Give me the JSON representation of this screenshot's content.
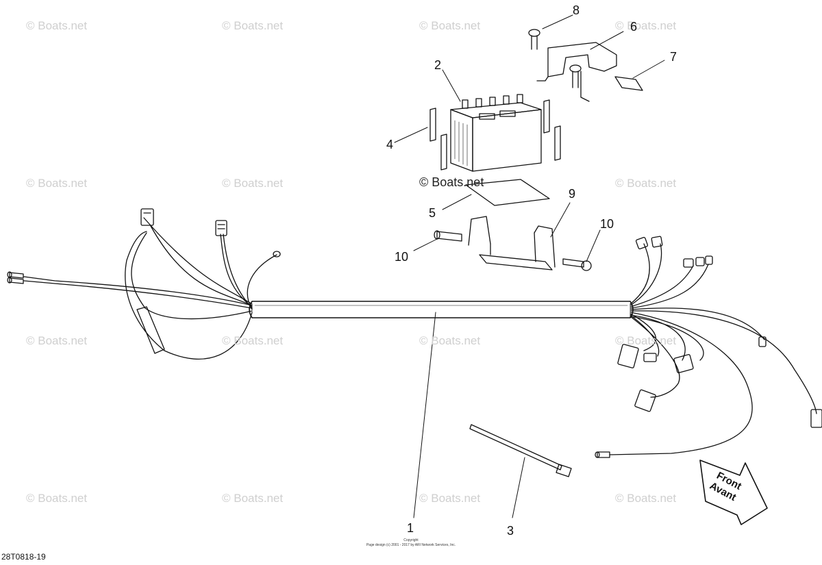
{
  "watermark": "© Boats.net",
  "watermark_center": "© Boats.net",
  "drawing_id": "28T0818-19",
  "copyright_line1": "Copyright",
  "copyright_line2": "Page design (c) 2001 - 2017 by ARI Network Services, Inc.",
  "front_arrow": {
    "line1": "Front",
    "line2": "Avant"
  },
  "callouts": {
    "c1": "1",
    "c2": "2",
    "c3": "3",
    "c4": "4",
    "c5": "5",
    "c6": "6",
    "c7": "7",
    "c8": "8",
    "c9": "9",
    "c10a": "10",
    "c10b": "10"
  }
}
